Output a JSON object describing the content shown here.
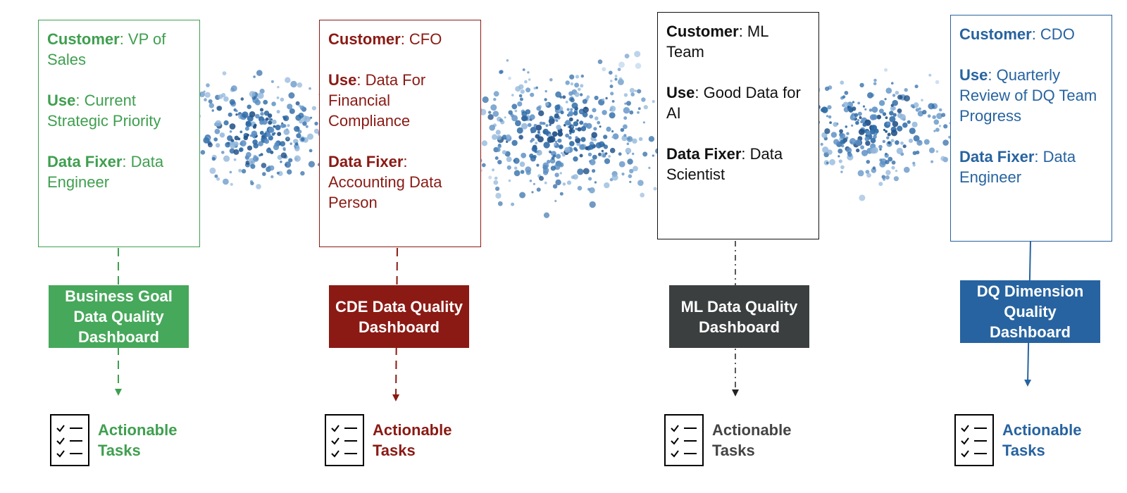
{
  "columns": [
    {
      "customer_label": "Customer",
      "customer_value": "VP of Sales",
      "use_label": "Use",
      "use_value": "Current Strategic Priority",
      "fixer_label": "Data Fixer",
      "fixer_value": "Data Engineer",
      "dashboard": "Business Goal Data Quality Dashboard",
      "tasks": "Actionable Tasks",
      "color": "#3f9f4f",
      "dashboard_color": "#46a85a",
      "connector": "dashed"
    },
    {
      "customer_label": "Customer",
      "customer_value": "CFO",
      "use_label": "Use",
      "use_value": "Data For Financial Compliance",
      "fixer_label": "Data Fixer",
      "fixer_value": "Accounting Data Person",
      "dashboard": "CDE Data Quality Dashboard",
      "tasks": "Actionable Tasks",
      "color": "#8a1a14",
      "dashboard_color": "#8b1a14",
      "connector": "dashed"
    },
    {
      "customer_label": "Customer",
      "customer_value": "ML Team",
      "use_label": "Use",
      "use_value": "Good Data for AI",
      "fixer_label": "Data Fixer",
      "fixer_value": "Data Scientist",
      "dashboard": "ML Data Quality Dashboard",
      "tasks": "Actionable Tasks",
      "color": "#111111",
      "dashboard_color": "#3b3f3f",
      "connector": "dash-dot"
    },
    {
      "customer_label": "Customer",
      "customer_value": "CDO",
      "use_label": "Use",
      "use_value": "Quarterly Review of DQ Team Progress",
      "fixer_label": "Data Fixer",
      "fixer_value": "Data Engineer",
      "dashboard": "DQ Dimension Quality Dashboard",
      "tasks": "Actionable Tasks",
      "color": "#2763a0",
      "dashboard_color": "#2763a0",
      "connector": "solid"
    }
  ]
}
